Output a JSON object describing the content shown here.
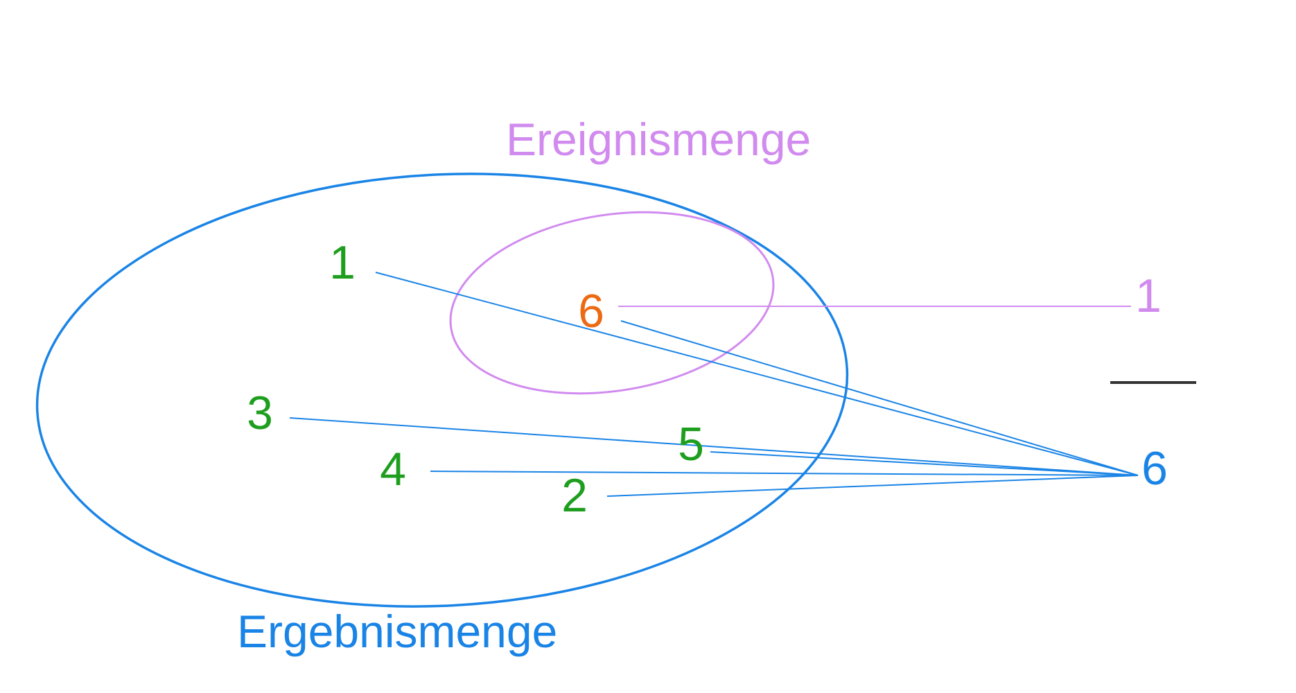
{
  "colors": {
    "blue": "#1a84e6",
    "purple": "#d18bef",
    "green": "#1e9e1e",
    "orange": "#ec6a12",
    "dark": "#333333"
  },
  "labels": {
    "event_set": "Ereignismenge",
    "result_set": "Ergebnismenge"
  },
  "elements": {
    "one": "1",
    "two": "2",
    "three": "3",
    "four": "4",
    "five": "5",
    "six": "6"
  },
  "fraction": {
    "numerator": "1",
    "denominator": "6"
  }
}
